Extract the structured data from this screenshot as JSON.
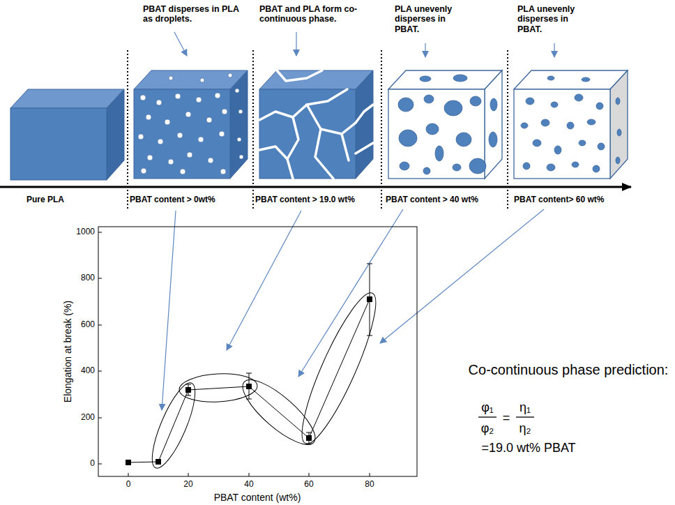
{
  "diagram": {
    "labels": [
      "PBAT disperses in PLA as droplets.",
      "PBAT and PLA form co-continuous phase.",
      "PLA unevenly disperses in PBAT.",
      "PLA unevenly disperses in PBAT.",
      "Pure PLA",
      "PBAT content > 0wt%",
      "PBAT content > 19.0 wt%",
      "PBAT content > 40 wt%",
      "PBAT content> 60 wt%",
      "0",
      "200",
      "400",
      "600",
      "800",
      "1000",
      "0",
      "20",
      "40",
      "60",
      "80",
      "Elongation at break (%)",
      "PBAT content (wt%)",
      "Co-continuous phase prediction:",
      "φ₁",
      "φ₂",
      "=",
      "η₁",
      "η₂",
      "=19.0 wt% PBAT"
    ]
  }
}
